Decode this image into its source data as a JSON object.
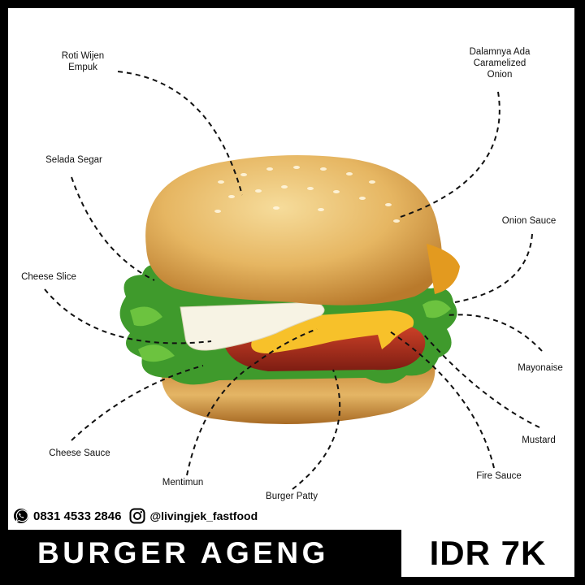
{
  "labels": {
    "roti_wijen": "Roti Wijen\nEmpuk",
    "caramelized_onion": "Dalamnya Ada\nCaramelized\nOnion",
    "selada_segar": "Selada Segar",
    "onion_sauce": "Onion Sauce",
    "cheese_slice": "Cheese Slice",
    "mayonaise": "Mayonaise",
    "mustard": "Mustard",
    "cheese_sauce": "Cheese Sauce",
    "fire_sauce": "Fire Sauce",
    "mentimun": "Mentimun",
    "burger_patty": "Burger Patty"
  },
  "contact": {
    "phone": "0831 4533 2846",
    "instagram": "@livingjek_fastfood",
    "phone_icon": "whatsapp-icon",
    "instagram_icon": "instagram-icon"
  },
  "product": {
    "name": "BURGER AGENG",
    "price": "IDR 7K"
  },
  "colors": {
    "background": "#000000",
    "panel": "#ffffff",
    "bun": "#e3b25c",
    "lettuce": "#3f9a2c",
    "cheese": "#f7c12a",
    "patty": "#b6321f"
  }
}
